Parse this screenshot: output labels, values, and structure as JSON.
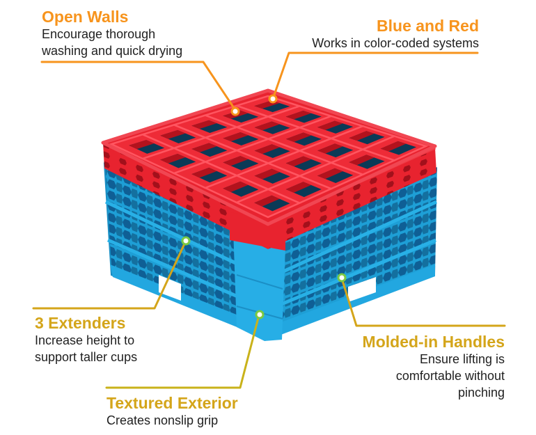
{
  "colors": {
    "orange_accent": "#f7941d",
    "gold_accent": "#d4a51a",
    "green_dot": "#7ac943",
    "rack_red": "#e8232f",
    "rack_red_dark": "#b5141f",
    "rack_blue": "#1e9fd6",
    "rack_blue_dark": "#0f6fa8",
    "cell_shadow": "#0b3a57",
    "text_dark": "#1f1f1f"
  },
  "product": {
    "name": "glass-rack",
    "layers": [
      "red-compartment-rack",
      "blue-extender",
      "blue-extender",
      "blue-extender-base"
    ],
    "grid": "5x5"
  },
  "callouts": [
    {
      "id": "open-walls",
      "title": "Open Walls",
      "lines": [
        "Encourage thorough",
        "washing and quick drying"
      ],
      "accent": "orange"
    },
    {
      "id": "blue-and-red",
      "title": "Blue and Red",
      "lines": [
        "Works in color-coded systems"
      ],
      "accent": "orange"
    },
    {
      "id": "3-extenders",
      "title": "3 Extenders",
      "lines": [
        "Increase height to",
        "support taller cups"
      ],
      "accent": "gold"
    },
    {
      "id": "molded-in-handles",
      "title": "Molded-in Handles",
      "lines": [
        "Ensure lifting is",
        "comfortable without",
        "pinching"
      ],
      "accent": "gold"
    },
    {
      "id": "textured-exterior",
      "title": "Textured Exterior",
      "lines": [
        "Creates nonslip grip"
      ],
      "accent": "gold"
    }
  ]
}
